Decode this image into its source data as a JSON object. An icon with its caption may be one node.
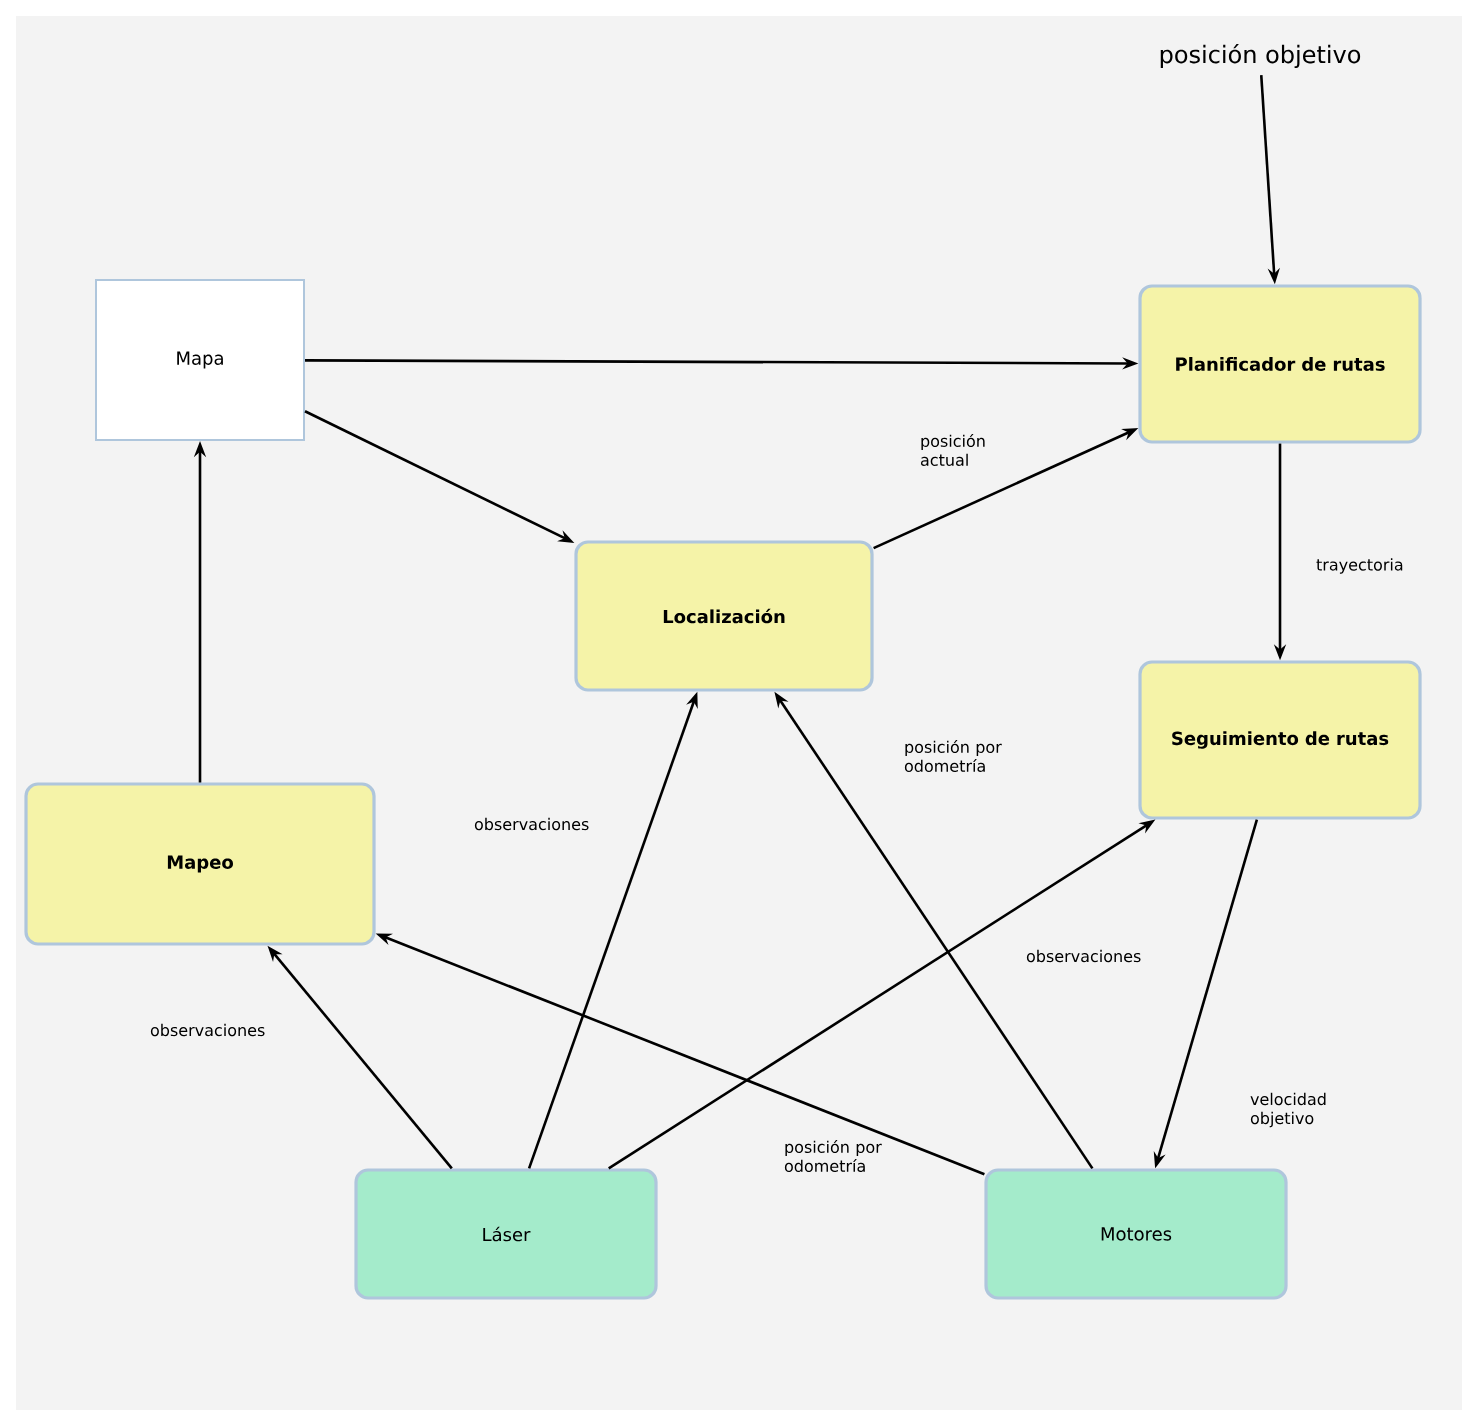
{
  "diagram": {
    "nodes": [
      {
        "text": [
          "Mapa"
        ]
      },
      {
        "text": [
          "Planificador de rutas"
        ]
      },
      {
        "text": [
          "Localización"
        ]
      },
      {
        "text": [
          "Seguimiento de rutas"
        ]
      },
      {
        "text": [
          "Mapeo"
        ]
      },
      {
        "text": [
          "Láser"
        ]
      },
      {
        "text": [
          "Motores"
        ]
      },
      {
        "text": [
          "posición objetivo"
        ]
      }
    ],
    "edges": [
      {
        "from": 7,
        "to": 1,
        "arrow": "to"
      },
      {
        "from": 0,
        "to": 1,
        "arrow": "to"
      },
      {
        "from": 0,
        "to": 2,
        "arrow": "to"
      },
      {
        "from": 2,
        "to": 1,
        "arrow": "to",
        "label": "posición actual"
      },
      {
        "from": 1,
        "to": 3,
        "arrow": "to",
        "label": "trayectoria"
      },
      {
        "from": 4,
        "to": 0,
        "arrow": "to"
      },
      {
        "from": 5,
        "to": 4,
        "arrow": "to",
        "label": "observaciones"
      },
      {
        "from": 5,
        "to": 2,
        "arrow": "to",
        "label": "observaciones"
      },
      {
        "from": 5,
        "to": 3,
        "arrow": "to",
        "label": "observaciones"
      },
      {
        "from": 6,
        "to": 2,
        "arrow": "to",
        "label": "posición por odometría"
      },
      {
        "from": 6,
        "to": 4,
        "arrow": "to",
        "label": "posición por odometría"
      },
      {
        "from": 3,
        "to": 6,
        "arrow": "to",
        "label": "velocidad objetivo"
      }
    ]
  }
}
